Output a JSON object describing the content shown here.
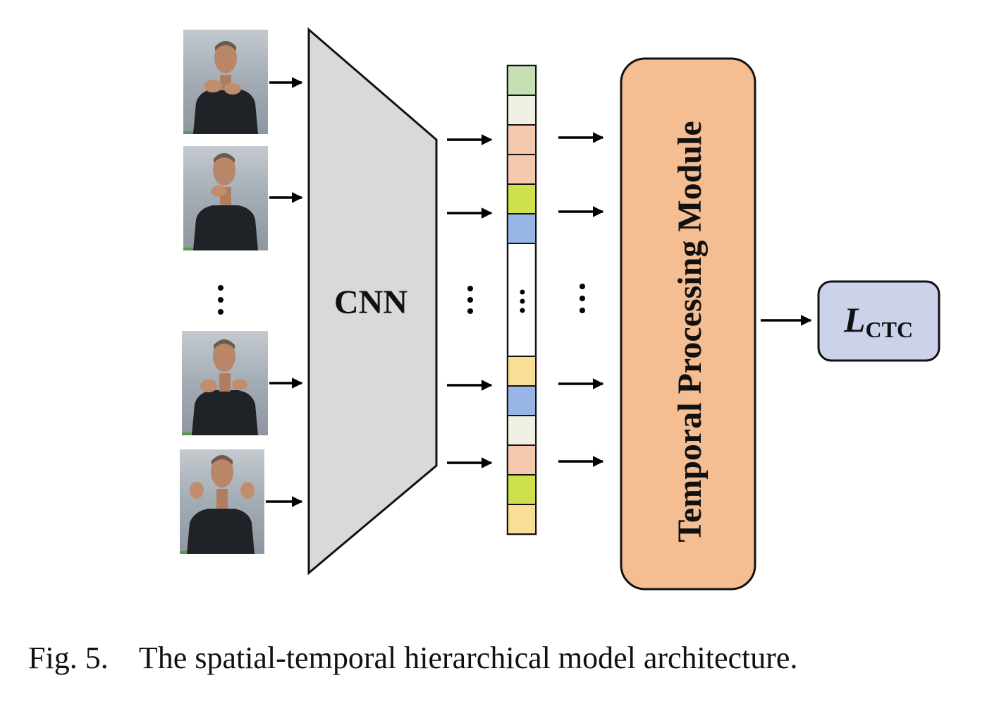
{
  "diagram": {
    "cnn_label": "CNN",
    "temporal_module_label": "Temporal Processing Module",
    "loss_label": {
      "main": "L",
      "subscript": "CTC"
    },
    "input_frames": [
      {
        "id": "frame-1"
      },
      {
        "id": "frame-2"
      },
      {
        "id": "frame-3"
      },
      {
        "id": "frame-4"
      }
    ],
    "feature_cells_top": [
      "green-light",
      "cream",
      "peach",
      "peach",
      "lime",
      "blue"
    ],
    "feature_cells_bottom": [
      "yellow",
      "blue",
      "cream",
      "peach",
      "lime",
      "yellow"
    ],
    "colors": {
      "cnn_fill": "#d9d9d9",
      "temporal_fill": "#f4bd92",
      "loss_fill": "#ccd2ea",
      "green-light": "#c6e0b4",
      "cream": "#efefe2",
      "peach": "#f5c9ae",
      "lime": "#cfe04d",
      "blue": "#97b6e6",
      "yellow": "#f9df95"
    }
  },
  "caption": {
    "figure_number": "Fig. 5.",
    "text": "The spatial-temporal hierarchical model architecture."
  }
}
